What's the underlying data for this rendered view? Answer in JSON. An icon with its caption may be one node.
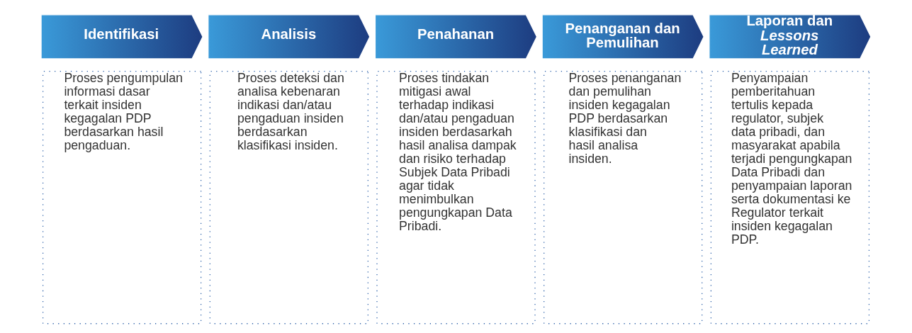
{
  "diagram": {
    "nodes": [
      {
        "text": [
          "Identifikasi"
        ]
      },
      {
        "text": [
          "Analisis"
        ]
      },
      {
        "text": [
          "Penahanan"
        ]
      },
      {
        "text": [
          "Penanganan dan Pemulihan"
        ]
      },
      {
        "text": [
          "Laporan dan *Lessons Learned*"
        ]
      },
      {
        "text": [
          "Proses pengumpulan informasi dasar terkait insiden kegagalan PDP berdasarkan hasil pengaduan."
        ]
      },
      {
        "text": [
          "Proses deteksi dan analisa kebenaran indikasi dan/atau pengaduan insiden berdasarkan klasifikasi insiden."
        ]
      },
      {
        "text": [
          "Proses tindakan mitigasi awal terhadap indikasi dan/atau pengaduan insiden berdasarkah hasil analisa dampak dan risiko terhadap Subjek Data Pribadi agar tidak menimbulkan pengungkapan Data Pribadi."
        ]
      },
      {
        "text": [
          "Proses penanganan dan pemulihan insiden kegagalan PDP berdasarkan klasifikasi dan hasil analisa insiden."
        ]
      },
      {
        "text": [
          "Penyampaian pemberitahuan tertulis kepada regulator, subjek data pribadi, dan masyarakat apabila terjadi pengungkapan Data Pribadi dan penyampaian laporan serta dokumentasi ke Regulator terkait insiden kegagalan PDP."
        ]
      }
    ],
    "edges": []
  }
}
